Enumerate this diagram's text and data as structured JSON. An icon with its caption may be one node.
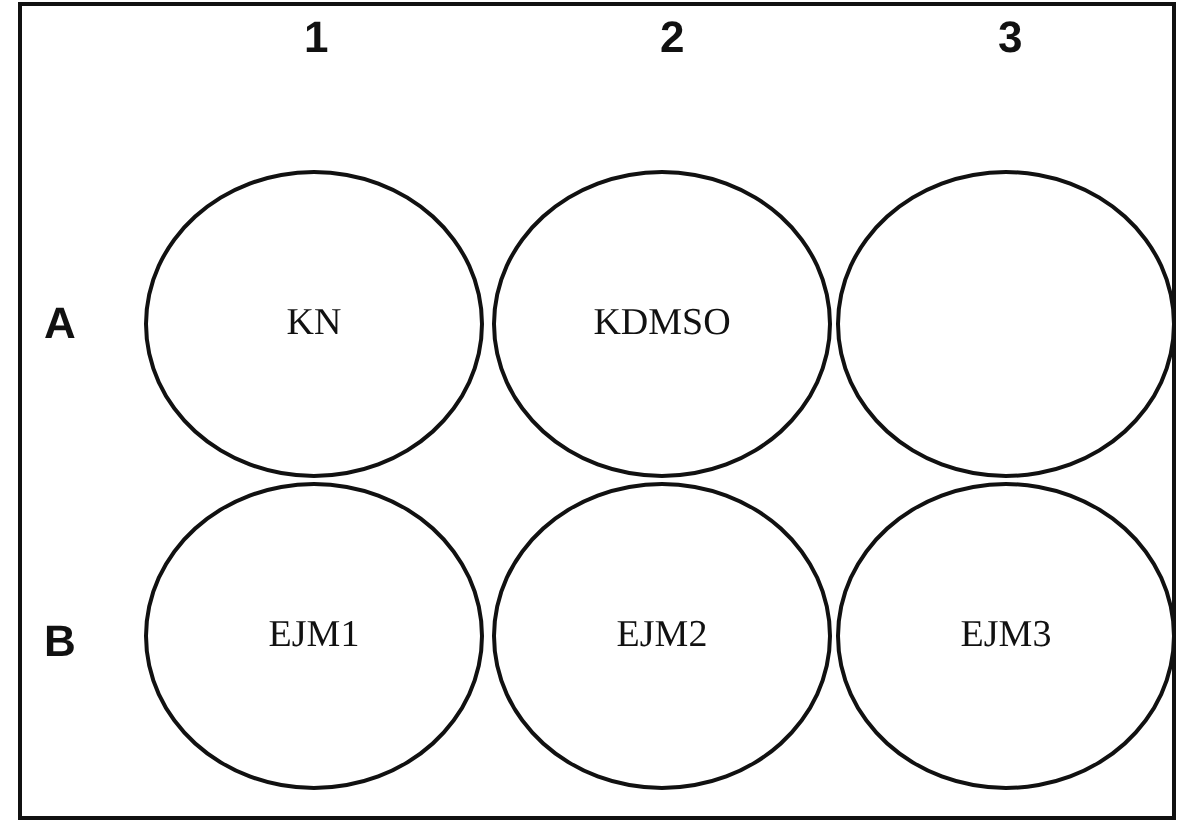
{
  "diagram": {
    "nodes": [
      {
        "text": [
          "KN"
        ]
      },
      {
        "text": [
          "KDMSO"
        ]
      },
      {
        "text": [],
        "shape": "circle"
      },
      {
        "text": [
          "EJM1"
        ]
      },
      {
        "text": [
          "EJM2"
        ]
      },
      {
        "text": [
          "EJM3"
        ]
      }
    ],
    "labels": [
      "1",
      "2",
      "3",
      "A",
      "B"
    ]
  }
}
